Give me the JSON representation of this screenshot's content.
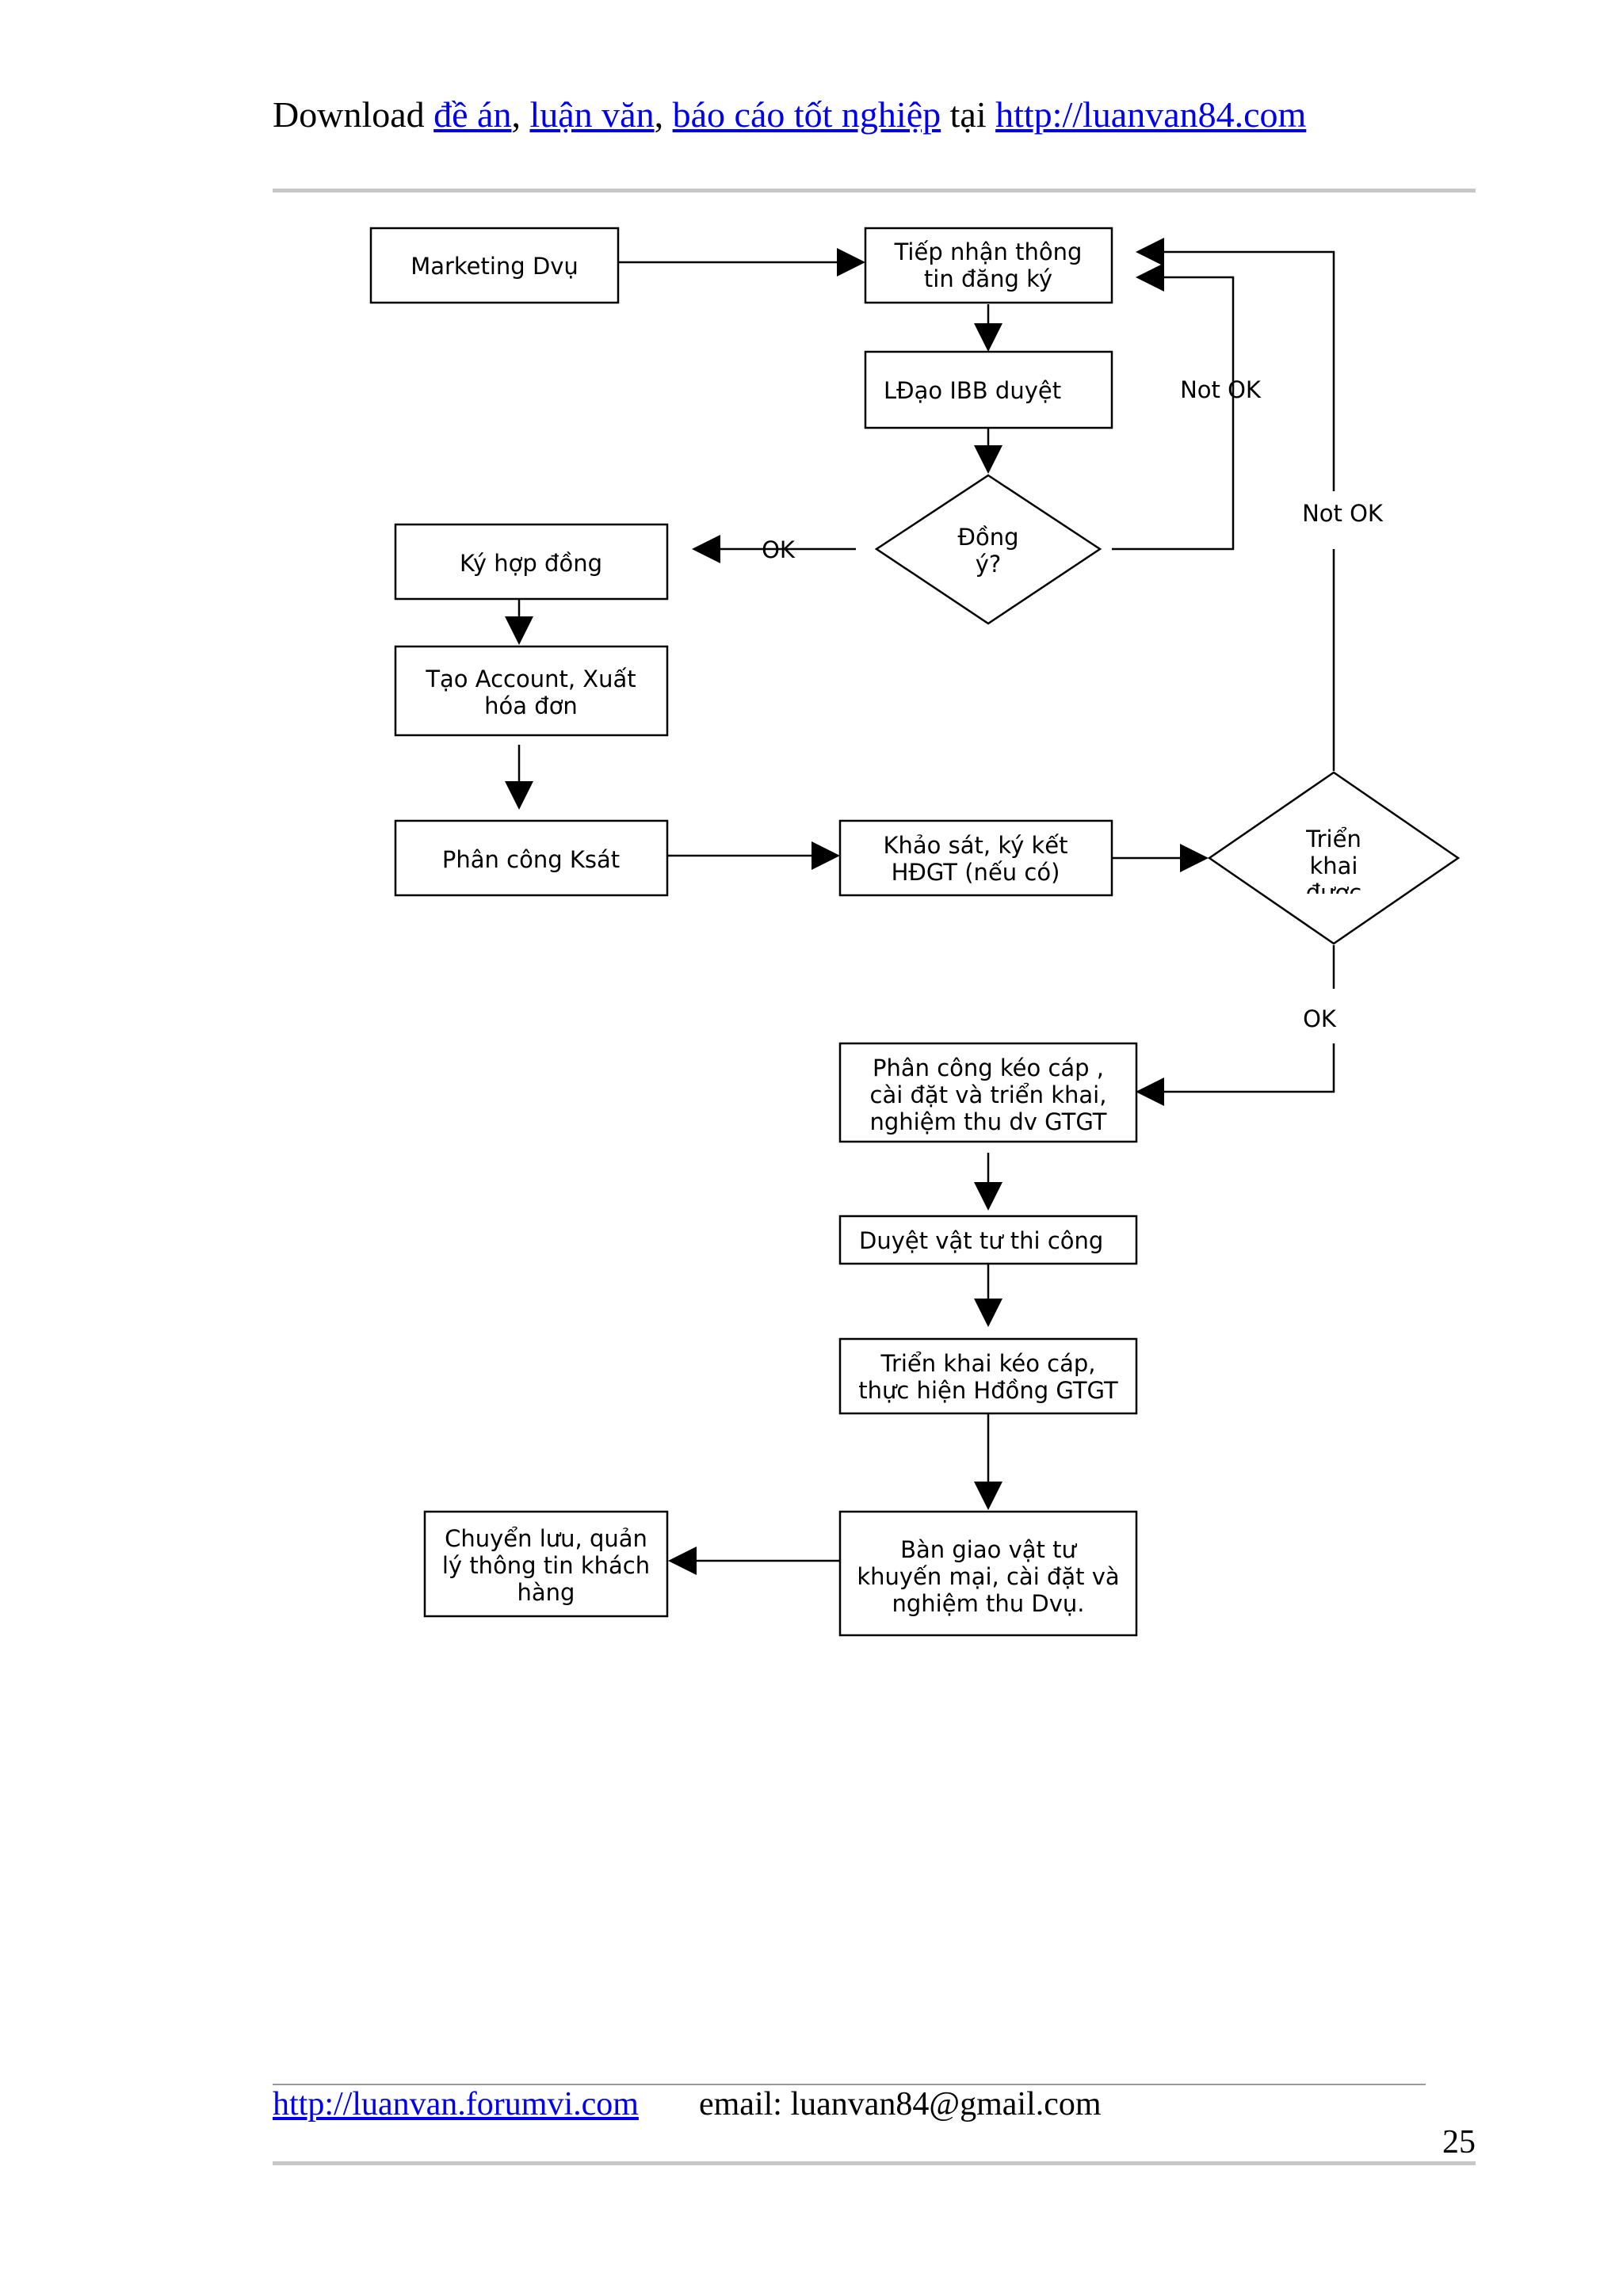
{
  "header": {
    "prefix": "Download ",
    "link1": "đề án",
    "sep1": ", ",
    "link2": "luận văn",
    "sep2": ", ",
    "link3": "báo cáo tốt nghiệp",
    "mid": " tại ",
    "link4": "http://luanvan84.com"
  },
  "diagram": {
    "marketing": "Marketing Dvụ",
    "tiep_nhan": [
      "Tiếp nhận thông",
      "tin đăng ký"
    ],
    "ldao": "LĐạo IBB duyệt",
    "dong_y": [
      "Đồng",
      "ý?"
    ],
    "ky_hop_dong": "Ký hợp đồng",
    "tao_account": [
      "Tạo Account, Xuất",
      "hóa đơn"
    ],
    "phan_cong_ksat": "Phân công Ksát",
    "khao_sat": [
      "Khảo sát, ký kết",
      "HĐGT (nếu có)"
    ],
    "trien_khai_q": [
      "Triển",
      "khai",
      "được"
    ],
    "phan_cong_keo": [
      "Phân công kéo cáp ,",
      "cài đặt và triển khai,",
      "nghiệm thu dv GTGT"
    ],
    "duyet_vat_tu": "Duyệt vật tư thi công",
    "trien_khai_keo": [
      "Triển khai kéo cáp,",
      "thực hiện Hđồng GTGT"
    ],
    "ban_giao": [
      "Bàn giao vật tư",
      "khuyến mại, cài đặt và",
      "nghiệm thu Dvụ."
    ],
    "chuyen_luu": [
      "Chuyển lưu, quản",
      "lý thông tin khách",
      "hàng"
    ],
    "label_ok_left": "OK",
    "label_not_ok_inner": "Not OK",
    "label_not_ok_outer": "Not OK",
    "label_ok_bottom": "OK"
  },
  "footer": {
    "link": "http://luanvan.forumvi.com",
    "email": "email: luanvan84@gmail.com",
    "page_number": "25"
  }
}
